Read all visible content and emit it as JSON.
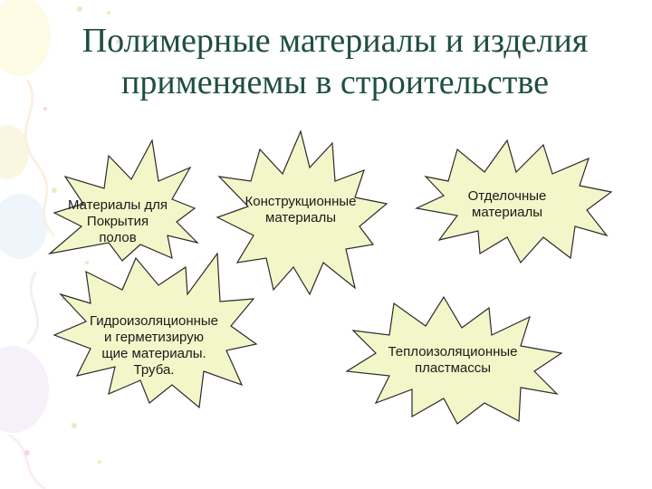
{
  "title": {
    "line1": "Полимерные материалы и изделия",
    "line2": "применяемы в строительстве"
  },
  "nodes": [
    {
      "id": "floor",
      "lines": [
        "Материалы для",
        "Покрытия",
        "полов"
      ]
    },
    {
      "id": "structural",
      "lines": [
        "Конструкционные",
        "материалы"
      ]
    },
    {
      "id": "finishing",
      "lines": [
        "Отделочные",
        "материалы"
      ]
    },
    {
      "id": "waterproofing",
      "lines": [
        "Гидроизоляционные",
        "и герметизирую",
        "щие материалы.",
        "Труба."
      ]
    },
    {
      "id": "thermal",
      "lines": [
        "Теплоизоляционные",
        "пластмассы"
      ]
    }
  ],
  "colors": {
    "title": "#1f4f3f",
    "star_fill": "#f3f6c8",
    "star_stroke": "#2b2b2b",
    "text": "#1a1a1a"
  }
}
